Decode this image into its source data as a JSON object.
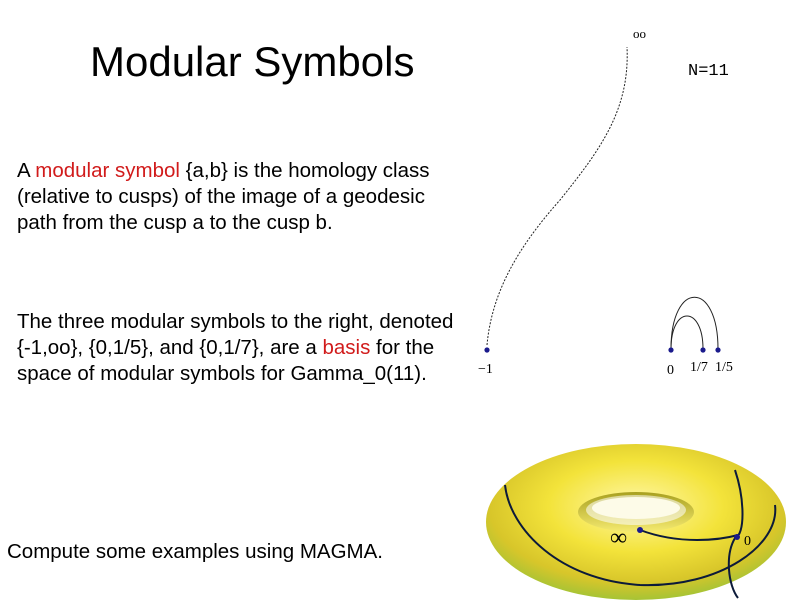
{
  "title": "Modular Symbols",
  "level_label": "N=11",
  "paragraph1": {
    "before": "A ",
    "highlight": "modular symbol",
    "after": " {a,b} is the homology class (relative to cusps) of the image of a geodesic path from the cusp a to the cusp b."
  },
  "paragraph2": {
    "before": "The three modular symbols to the right, denoted {-1,oo}, {0,1/5}, and {0,1/7}, are a ",
    "highlight": "basis",
    "after": " for the space of modular symbols for Gamma_0(11)."
  },
  "compute_line": "Compute some examples using MAGMA.",
  "diagram": {
    "label_infinity": "oo",
    "label_minus_one": "−1",
    "label_zero": "0",
    "label_one_seventh": "1/7",
    "label_one_fifth": "1/5"
  },
  "torus": {
    "label_infinity": "∞",
    "label_zero": "0"
  },
  "colors": {
    "accent_red": "#d11b1b",
    "point_blue": "#1a1a8c",
    "torus_yellow": "#f2e23a",
    "torus_green": "#8fc23a"
  }
}
